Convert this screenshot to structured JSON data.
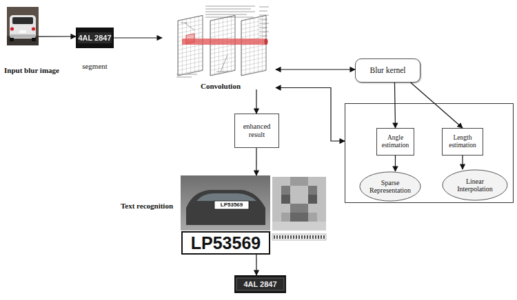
{
  "diagram": {
    "nodes": [
      {
        "text": [
          "Input blur image"
        ]
      },
      {
        "text": [
          "4AL 2847",
          "segment"
        ]
      },
      {
        "text": [
          "Convolution"
        ]
      },
      {
        "text": [
          "Blur kernel"
        ]
      },
      {
        "text": []
      },
      {
        "text": [
          "Angle estimation"
        ],
        "in": 4
      },
      {
        "text": [
          "Length estimation"
        ],
        "in": 4
      },
      {
        "text": [
          "Sparse Representation"
        ],
        "in": 4
      },
      {
        "text": [
          "Linear Interpolation"
        ],
        "in": 4
      },
      {
        "text": [
          "enhanced result"
        ]
      },
      {
        "text": [
          "Text recognition",
          "LP53569",
          "LP53569"
        ]
      },
      {
        "text": [
          "4AL 2847"
        ]
      }
    ],
    "edges": [
      {
        "from": 0,
        "to": 1,
        "arrow": "to"
      },
      {
        "from": 1,
        "to": 2,
        "arrow": "to"
      },
      {
        "from": 2,
        "to": 3,
        "arrow": "both"
      },
      {
        "from": 3,
        "to": 5,
        "arrow": "to"
      },
      {
        "from": 3,
        "to": 6,
        "arrow": "to"
      },
      {
        "from": 5,
        "to": 7,
        "arrow": "to"
      },
      {
        "from": 6,
        "to": 8,
        "arrow": "to"
      },
      {
        "from": 2,
        "to": 4,
        "arrow": "both"
      },
      {
        "from": 2,
        "to": 9,
        "arrow": "to"
      },
      {
        "from": 9,
        "to": 10,
        "arrow": "to"
      },
      {
        "from": 10,
        "to": 11,
        "arrow": "to"
      }
    ]
  }
}
